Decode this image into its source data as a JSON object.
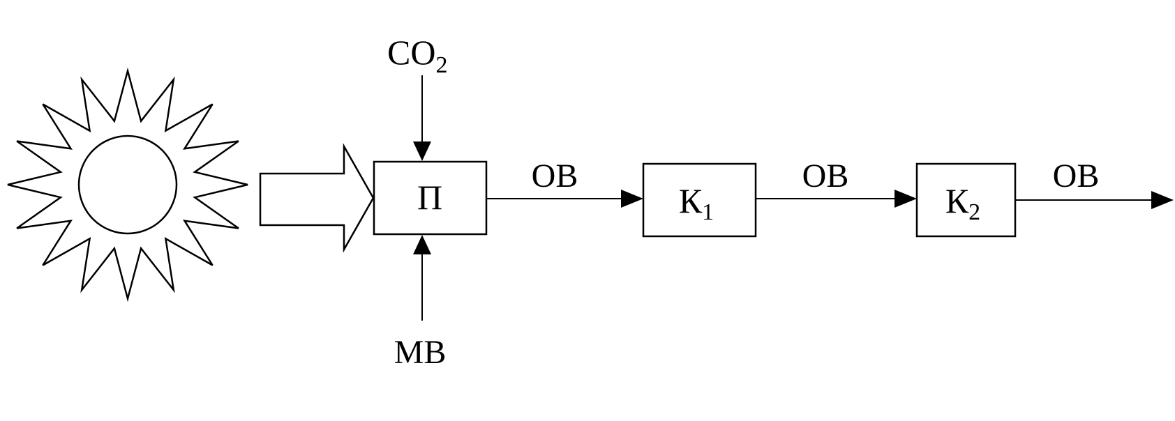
{
  "nodes": {
    "producer": {
      "label": "П"
    },
    "consumer1": {
      "label": "К",
      "sub": "1"
    },
    "consumer2": {
      "label": "К",
      "sub": "2"
    }
  },
  "inputs": {
    "co2": {
      "label": "CO",
      "sub": "2"
    },
    "mineral": {
      "label": "МВ"
    }
  },
  "flows": [
    {
      "label": "ОВ"
    },
    {
      "label": "ОВ"
    },
    {
      "label": "ОВ"
    }
  ],
  "icons": {
    "sun": "sun-icon",
    "energy_arrow": "block-arrow-icon"
  },
  "colors": {
    "ink": "#000000",
    "background": "#ffffff"
  }
}
